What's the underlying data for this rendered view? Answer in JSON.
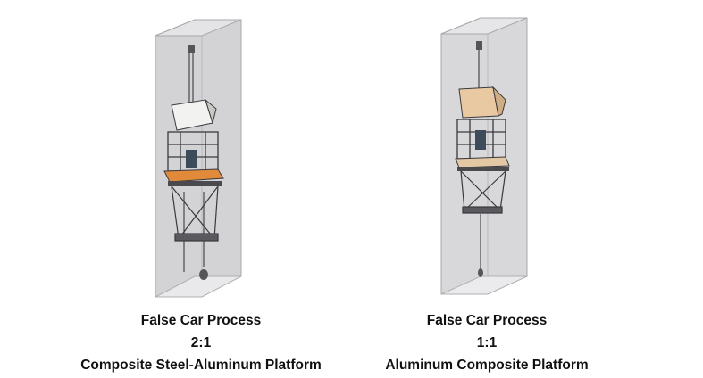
{
  "panels": [
    {
      "title": "False Car Process",
      "ratio": "2:1",
      "platform": "Composite Steel-Aluminum Platform"
    },
    {
      "title": "False Car Process",
      "ratio": "1:1",
      "platform": "Aluminum Composite Platform"
    }
  ],
  "colors": {
    "shaft_fill": "#d6d6d8",
    "shaft_edge": "#a8a8ac",
    "frame": "#3a3a3e",
    "left_canopy": "#f0f0ee",
    "right_canopy": "#e8c9a2",
    "left_deck": "#e08a3a",
    "right_deck": "#e3c8a4"
  }
}
